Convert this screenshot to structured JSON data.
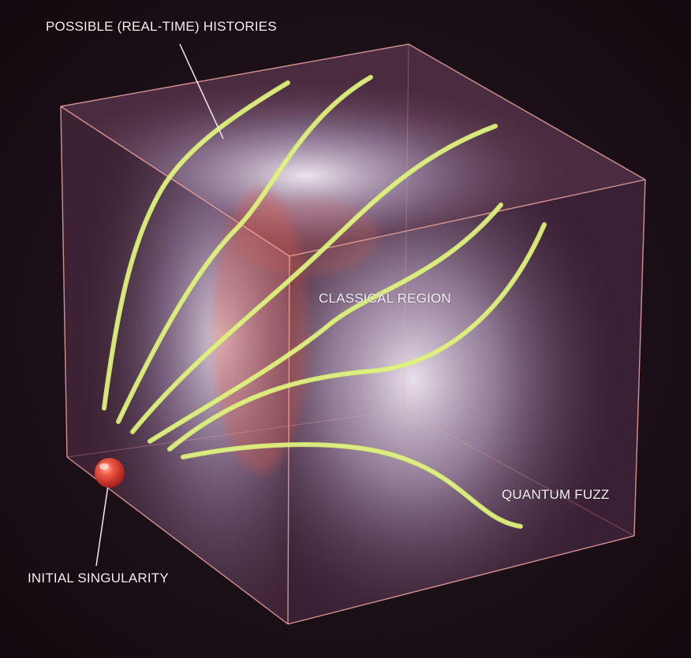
{
  "labels": {
    "histories": "POSSIBLE (REAL-TIME) HISTORIES",
    "classical_region": "CLASSICAL REGION",
    "quantum_fuzz": "QUANTUM FUZZ",
    "initial_singularity": "INITIAL SINGULARITY"
  },
  "colors": {
    "background": "#1c1016",
    "cube_edge": "#f0a6a0",
    "history_curve": "#d8f06a",
    "singularity": "#e8463c",
    "glow": "#e9e2f2"
  }
}
